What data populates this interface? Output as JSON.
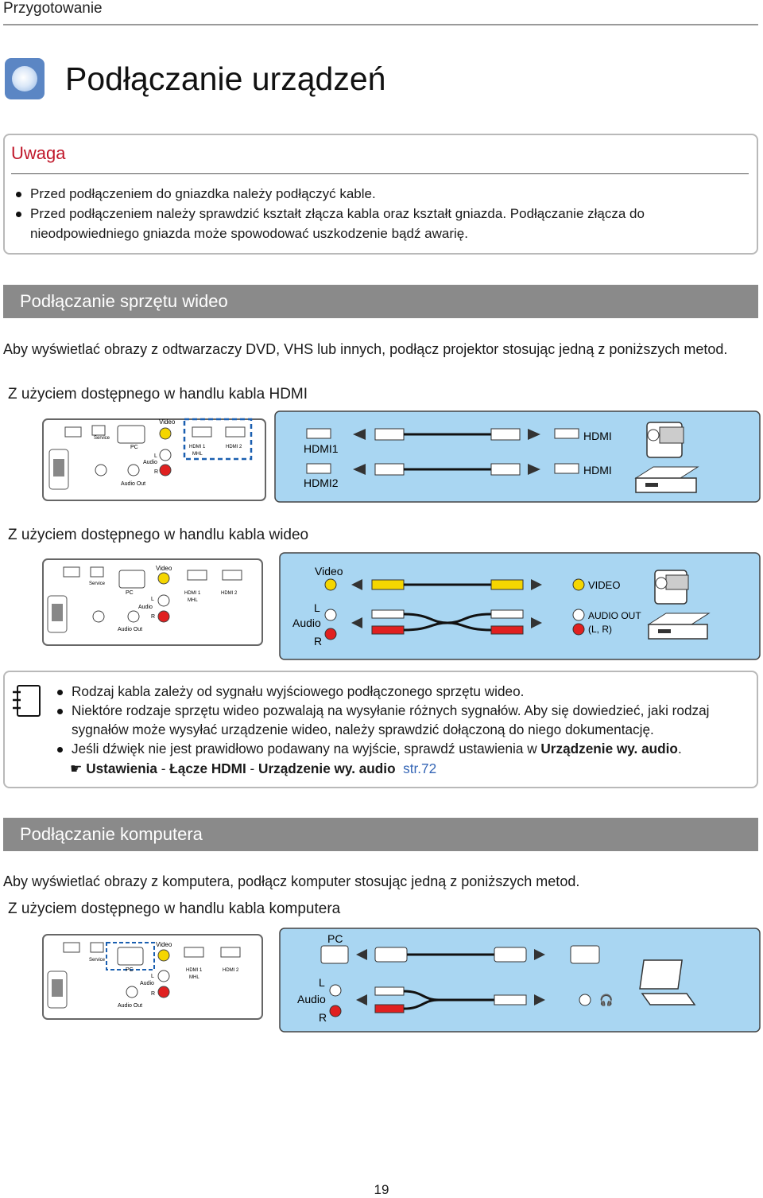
{
  "header": {
    "section": "Przygotowanie",
    "title": "Podłączanie urządzeń"
  },
  "note": {
    "title": "Uwaga",
    "items": [
      "Przed podłączeniem do gniazdka należy podłączyć kable.",
      "Przed podłączeniem należy sprawdzić kształt złącza kabla oraz kształt gniazda. Podłączanie złącza do nieodpowiedniego gniazda może spowodować uszkodzenie bądź awarię."
    ]
  },
  "video_section": {
    "heading": "Podłączanie sprzętu wideo",
    "intro": "Aby wyświetlać obrazy z odtwarzaczy DVD, VHS lub innych, podłącz projektor stosując jedną z poniższych metod.",
    "hdmi_caption": "Z użyciem dostępnego w handlu kabla HDMI",
    "video_caption": "Z użyciem dostępnego w handlu kabla wideo"
  },
  "panel": {
    "service": "Service",
    "pc": "PC",
    "video": "Video",
    "audio": "Audio",
    "l": "L",
    "r": "R",
    "audio_out": "Audio Out",
    "hdmi1": "HDMI 1",
    "mhl": "MHL",
    "hdmi2": "HDMI 2"
  },
  "hdmi_diagram": {
    "port1": "HDMI1",
    "port2": "HDMI2",
    "dev1": "HDMI",
    "dev2": "HDMI"
  },
  "video_diagram": {
    "video": "Video",
    "l": "L",
    "audio": "Audio",
    "r": "R",
    "dev_video": "VIDEO",
    "dev_audio_out": "AUDIO OUT",
    "dev_lr": "(L, R)"
  },
  "memo": {
    "items": [
      "Rodzaj kabla zależy od sygnału wyjściowego podłączonego sprzętu wideo.",
      "Niektóre rodzaje sprzętu wideo pozwalają na wysyłanie różnych sygnałów. Aby się dowiedzieć, jaki rodzaj sygnałów może wysyłać urządzenie wideo, należy sprawdzić dołączoną do niego dokumentację."
    ],
    "item3_text": "Jeśli dźwięk nie jest prawidłowo podawany na wyjście, sprawdź ustawienia w ",
    "item3_bold": "Urządzenie wy. audio",
    "item3_end": ".",
    "ref_arrow": "☛",
    "ref_a": "Ustawienia",
    "ref_sep1": " - ",
    "ref_b": "Łącze HDMI",
    "ref_sep2": " - ",
    "ref_c": "Urządzenie wy. audio",
    "ref_link": "str.72"
  },
  "computer_section": {
    "heading": "Podłączanie komputera",
    "intro": "Aby wyświetlać obrazy z komputera, podłącz komputer stosując jedną z poniższych metod.",
    "caption": "Z użyciem dostępnego w handlu kabla komputera"
  },
  "pc_diagram": {
    "pc": "PC",
    "l": "L",
    "audio": "Audio",
    "r": "R"
  },
  "page_number": "19"
}
